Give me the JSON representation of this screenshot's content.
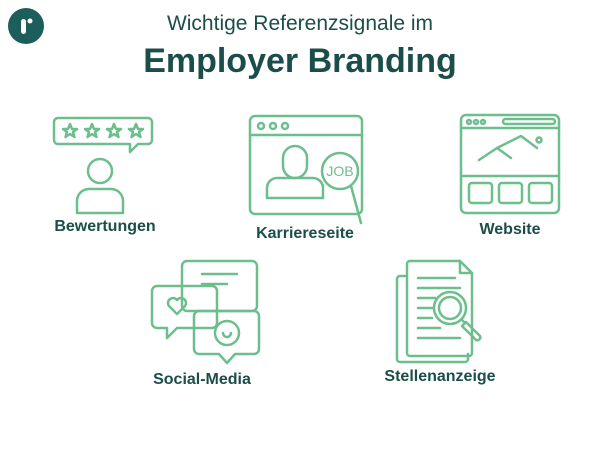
{
  "header": {
    "subtitle": "Wichtige Referenzsignale im",
    "title": "Employer Branding"
  },
  "colors": {
    "primary": "#1b4d4a",
    "icon": "#6dbe8d",
    "logo": "#1b5e5b"
  },
  "items": [
    {
      "label": "Bewertungen",
      "icon": "review-stars-icon"
    },
    {
      "label": "Karriereseite",
      "icon": "career-page-icon"
    },
    {
      "label": "Website",
      "icon": "website-icon"
    },
    {
      "label": "Social-Media",
      "icon": "chat-bubbles-icon"
    },
    {
      "label": "Stellenanzeige",
      "icon": "job-ad-search-icon"
    }
  ],
  "job_text": "JOB"
}
